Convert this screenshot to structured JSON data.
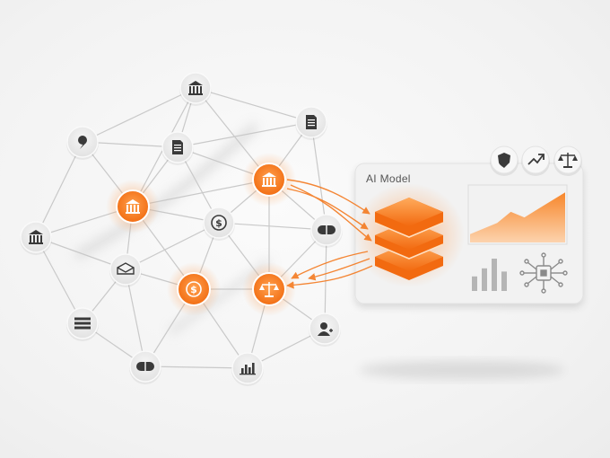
{
  "panel": {
    "title": "AI Model"
  },
  "colors": {
    "accent": "#f47a20",
    "accent_light": "#ff9a45",
    "node_grey": "#e6e6e6",
    "edge": "#c9c9c9",
    "icon_dark": "#3a3a3a",
    "panel_bg": "#f0f0f0"
  },
  "nodes": [
    {
      "id": "n-bank-top",
      "icon": "bank-icon",
      "kind": "grey"
    },
    {
      "id": "n-doc-topright",
      "icon": "document-icon",
      "kind": "grey"
    },
    {
      "id": "n-chat",
      "icon": "chat-bubble-icon",
      "kind": "grey"
    },
    {
      "id": "n-doc-mid",
      "icon": "document-icon",
      "kind": "grey"
    },
    {
      "id": "n-bank-orange-left",
      "icon": "bank-icon",
      "kind": "orange"
    },
    {
      "id": "n-bank-orange-right",
      "icon": "bank-icon",
      "kind": "orange"
    },
    {
      "id": "n-bank-left",
      "icon": "bank-icon",
      "kind": "grey"
    },
    {
      "id": "n-dollar-grey",
      "icon": "dollar-icon",
      "kind": "grey"
    },
    {
      "id": "n-pill-right",
      "icon": "pill-icon",
      "kind": "grey"
    },
    {
      "id": "n-box",
      "icon": "box-icon",
      "kind": "grey"
    },
    {
      "id": "n-dollar-orange",
      "icon": "dollar-icon",
      "kind": "orange"
    },
    {
      "id": "n-scale-orange",
      "icon": "scale-icon",
      "kind": "orange"
    },
    {
      "id": "n-list",
      "icon": "list-icon",
      "kind": "grey"
    },
    {
      "id": "n-user",
      "icon": "user-icon",
      "kind": "grey"
    },
    {
      "id": "n-pill-bottom",
      "icon": "pill-icon",
      "kind": "grey"
    },
    {
      "id": "n-chart",
      "icon": "bar-chart-icon",
      "kind": "grey"
    }
  ],
  "edges": [
    [
      "n-bank-top",
      "n-doc-topright"
    ],
    [
      "n-bank-top",
      "n-chat"
    ],
    [
      "n-bank-top",
      "n-doc-mid"
    ],
    [
      "n-bank-top",
      "n-bank-orange-left"
    ],
    [
      "n-bank-top",
      "n-bank-orange-right"
    ],
    [
      "n-chat",
      "n-doc-mid"
    ],
    [
      "n-chat",
      "n-bank-left"
    ],
    [
      "n-chat",
      "n-bank-orange-left"
    ],
    [
      "n-doc-mid",
      "n-bank-orange-left"
    ],
    [
      "n-doc-mid",
      "n-bank-orange-right"
    ],
    [
      "n-doc-mid",
      "n-dollar-grey"
    ],
    [
      "n-doc-topright",
      "n-bank-orange-right"
    ],
    [
      "n-doc-topright",
      "n-pill-right"
    ],
    [
      "n-doc-topright",
      "n-doc-mid"
    ],
    [
      "n-bank-orange-left",
      "n-bank-left"
    ],
    [
      "n-bank-orange-left",
      "n-box"
    ],
    [
      "n-bank-orange-left",
      "n-dollar-grey"
    ],
    [
      "n-bank-orange-left",
      "n-bank-orange-right"
    ],
    [
      "n-bank-orange-left",
      "n-dollar-orange"
    ],
    [
      "n-bank-orange-right",
      "n-dollar-grey"
    ],
    [
      "n-bank-orange-right",
      "n-pill-right"
    ],
    [
      "n-bank-orange-right",
      "n-scale-orange"
    ],
    [
      "n-bank-left",
      "n-box"
    ],
    [
      "n-bank-left",
      "n-list"
    ],
    [
      "n-dollar-grey",
      "n-box"
    ],
    [
      "n-dollar-grey",
      "n-dollar-orange"
    ],
    [
      "n-dollar-grey",
      "n-scale-orange"
    ],
    [
      "n-dollar-grey",
      "n-pill-right"
    ],
    [
      "n-box",
      "n-dollar-orange"
    ],
    [
      "n-box",
      "n-list"
    ],
    [
      "n-box",
      "n-pill-bottom"
    ],
    [
      "n-dollar-orange",
      "n-scale-orange"
    ],
    [
      "n-dollar-orange",
      "n-pill-bottom"
    ],
    [
      "n-dollar-orange",
      "n-chart"
    ],
    [
      "n-scale-orange",
      "n-pill-right"
    ],
    [
      "n-scale-orange",
      "n-user"
    ],
    [
      "n-scale-orange",
      "n-chart"
    ],
    [
      "n-list",
      "n-pill-bottom"
    ],
    [
      "n-pill-bottom",
      "n-chart"
    ],
    [
      "n-chart",
      "n-user"
    ],
    [
      "n-pill-right",
      "n-user"
    ]
  ],
  "panel_icons": [
    "shield-icon",
    "trend-up-icon",
    "scale-icon"
  ],
  "panel_area_series": [
    0.15,
    0.25,
    0.35,
    0.55,
    0.45,
    0.6,
    0.75,
    0.9
  ],
  "panel_bars": [
    0.45,
    0.7,
    1.0,
    0.6
  ]
}
